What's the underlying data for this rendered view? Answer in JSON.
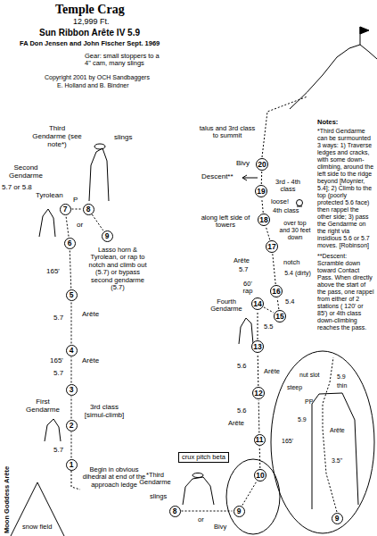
{
  "diagram": {
    "title": "Temple Crag",
    "nodes": [
      {
        "text": [
          "1"
        ]
      },
      {
        "text": [
          "2"
        ]
      },
      {
        "text": [
          "3"
        ]
      },
      {
        "text": [
          "4"
        ]
      },
      {
        "text": [
          "5"
        ]
      },
      {
        "text": [
          "6"
        ]
      },
      {
        "text": [
          "7"
        ]
      },
      {
        "text": [
          "8"
        ]
      },
      {
        "text": [
          "9"
        ]
      },
      {
        "text": [
          "8"
        ]
      },
      {
        "text": [
          "9"
        ]
      },
      {
        "text": [
          "10"
        ]
      },
      {
        "text": [
          "11"
        ]
      },
      {
        "text": [
          "12"
        ]
      },
      {
        "text": [
          "13"
        ]
      },
      {
        "text": [
          "14"
        ]
      },
      {
        "text": [
          "15"
        ]
      },
      {
        "text": [
          "16"
        ]
      },
      {
        "text": [
          "17"
        ]
      },
      {
        "text": [
          "18"
        ]
      },
      {
        "text": [
          "19"
        ]
      },
      {
        "text": [
          "20"
        ]
      },
      {
        "text": [
          "crux pitch beta"
        ]
      },
      {
        "text": [
          "9"
        ]
      }
    ],
    "edges": [
      {
        "from": 0,
        "to": 1,
        "arrow": "none"
      },
      {
        "from": 1,
        "to": 2,
        "arrow": "none"
      },
      {
        "from": 2,
        "to": 3,
        "arrow": "none"
      },
      {
        "from": 3,
        "to": 4,
        "arrow": "none"
      },
      {
        "from": 4,
        "to": 5,
        "arrow": "none"
      },
      {
        "from": 5,
        "to": 6,
        "arrow": "none"
      },
      {
        "from": 6,
        "to": 7,
        "arrow": "none"
      },
      {
        "from": 7,
        "to": 8,
        "arrow": "none"
      },
      {
        "from": 9,
        "to": 10,
        "arrow": "none"
      },
      {
        "from": 10,
        "to": 11,
        "arrow": "none"
      },
      {
        "from": 11,
        "to": 12,
        "arrow": "none"
      },
      {
        "from": 12,
        "to": 13,
        "arrow": "none"
      },
      {
        "from": 13,
        "to": 14,
        "arrow": "none"
      },
      {
        "from": 14,
        "to": 15,
        "arrow": "none"
      },
      {
        "from": 15,
        "to": 16,
        "arrow": "none"
      },
      {
        "from": 16,
        "to": 17,
        "arrow": "none"
      },
      {
        "from": 17,
        "to": 18,
        "arrow": "none"
      },
      {
        "from": 18,
        "to": 19,
        "arrow": "none"
      },
      {
        "from": 19,
        "to": 20,
        "arrow": "none"
      },
      {
        "from": 20,
        "to": 21,
        "arrow": "none"
      }
    ],
    "labels": [
      "12,999 Ft.",
      "Sun Ribbon Arête IV 5.9",
      "FA Don Jensen and John Fischer Sept. 1969",
      "Gear: small stoppers to a 4\" cam, many slings",
      "Copyright 2001 by OCH Sandbaggers",
      "E. Holland and B. Bindner",
      "Third Gendarme (see note*)",
      "slings",
      "or",
      "Second Gendarme",
      "5.7 or 5.8",
      "Tyrolean",
      "P",
      "Lasso horn & Tyrolean, or rap to notch and climb out (5.7) or bypass second gendarme (5.7)",
      "165'",
      "Arête",
      "5.7",
      "165'",
      "Arête",
      "5.7",
      "First Gendarme",
      "3rd class [simul-climb]",
      "5.7",
      "Begin in obvious dihedral at end of the approach ledge",
      "snow field",
      "Moon Goddess Arête",
      "talus and 3rd class to summit",
      "Bivy",
      "Descent**",
      "3rd - 4th class",
      "loose!",
      "4th class",
      "along left side of towers",
      "over top and 30 feet down",
      "notch",
      "5.4 (dirty)",
      "Arête",
      "5.7",
      "60' rap",
      "Fourth Gendarme",
      "5.4",
      "5.5",
      "5.6",
      "Arête",
      "5.6",
      "Arête",
      "*Third Gendarme",
      "slings",
      "or",
      "Bivy",
      "nut slot",
      "5.9",
      "thin",
      "steep",
      "PP",
      "5.9",
      "165'",
      "3.5\"",
      "Arête",
      "Notes:",
      "*Third Gendarme can be surmounted 3 ways: 1) Traverse ledges and cracks, with some down-climbing, around the left side to the ridge beyond [Moynier, 5.4]; 2) Climb to the top (poorly protected 5.6 face) then rappel the other side; 3) pass the Gendarme on the right via insidious 5.6 or 5.7 moves. [Robinson]",
      "**Descent: Scramble down toward Contact Pass. When directly above the start of the pass, one rappel from either of 2 stations ( 120' or 85') or 4th class down-climbing reaches the pass."
    ]
  }
}
